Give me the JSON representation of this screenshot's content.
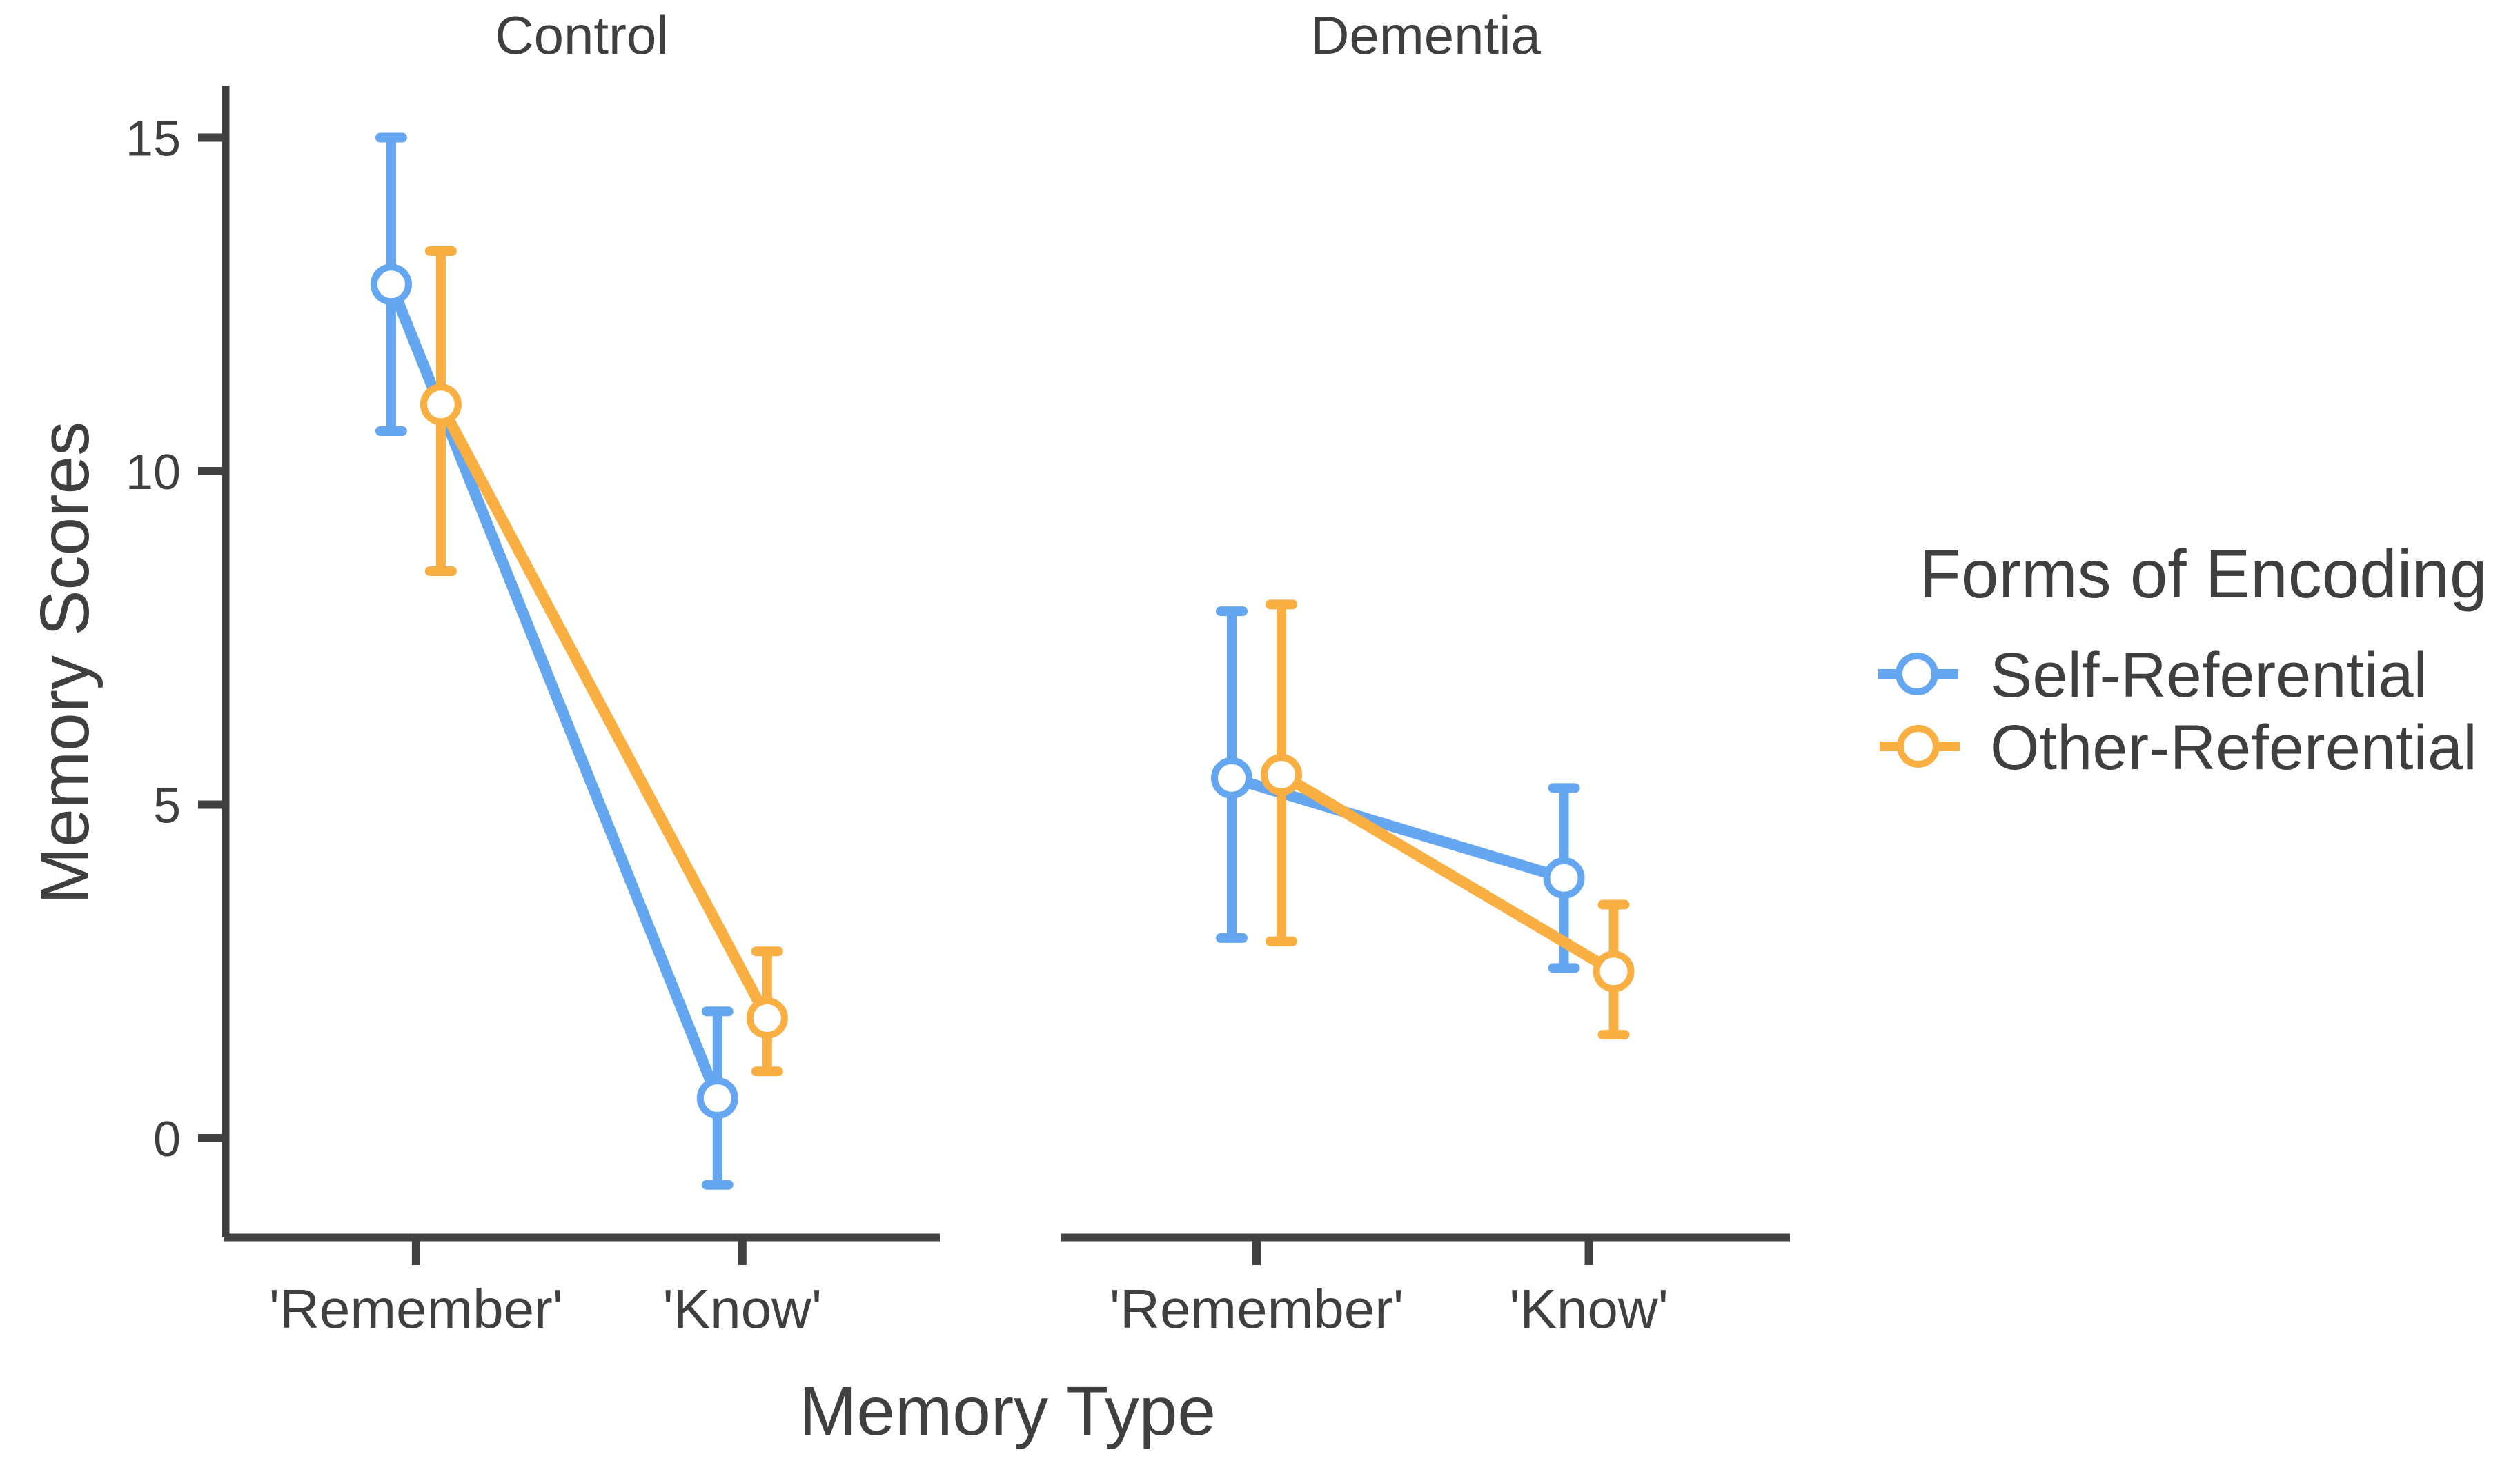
{
  "chart_data": {
    "type": "line",
    "title": "",
    "xlabel": "Memory Type",
    "ylabel": "Memory Scores",
    "facets": [
      "Control",
      "Dementia"
    ],
    "categories": [
      "'Remember'",
      "'Know'"
    ],
    "yticks": [
      0,
      5,
      10,
      15
    ],
    "ylim": [
      -1.5,
      16.3
    ],
    "grid": false,
    "legend_title": "Forms of Encoding",
    "legend_position": "right",
    "marker": "open-circle",
    "series": [
      {
        "name": "Self-Referential",
        "color": "#64A7F0",
        "data": [
          {
            "facet": "Control",
            "values": [
              12.8,
              0.6
            ],
            "ci_low": [
              10.6,
              -0.7
            ],
            "ci_high": [
              15.0,
              1.9
            ]
          },
          {
            "facet": "Dementia",
            "values": [
              5.4,
              3.9
            ],
            "ci_low": [
              3.0,
              2.55
            ],
            "ci_high": [
              7.9,
              5.25
            ]
          }
        ]
      },
      {
        "name": "Other-Referential",
        "color": "#FAAF42",
        "data": [
          {
            "facet": "Control",
            "values": [
              11.0,
              1.8
            ],
            "ci_low": [
              8.5,
              1.0
            ],
            "ci_high": [
              13.3,
              2.8
            ]
          },
          {
            "facet": "Dementia",
            "values": [
              5.45,
              2.5
            ],
            "ci_low": [
              2.95,
              1.55
            ],
            "ci_high": [
              8.0,
              3.5
            ]
          }
        ]
      }
    ],
    "axis_color": "#404040",
    "text_color": "#3f3f3f"
  }
}
